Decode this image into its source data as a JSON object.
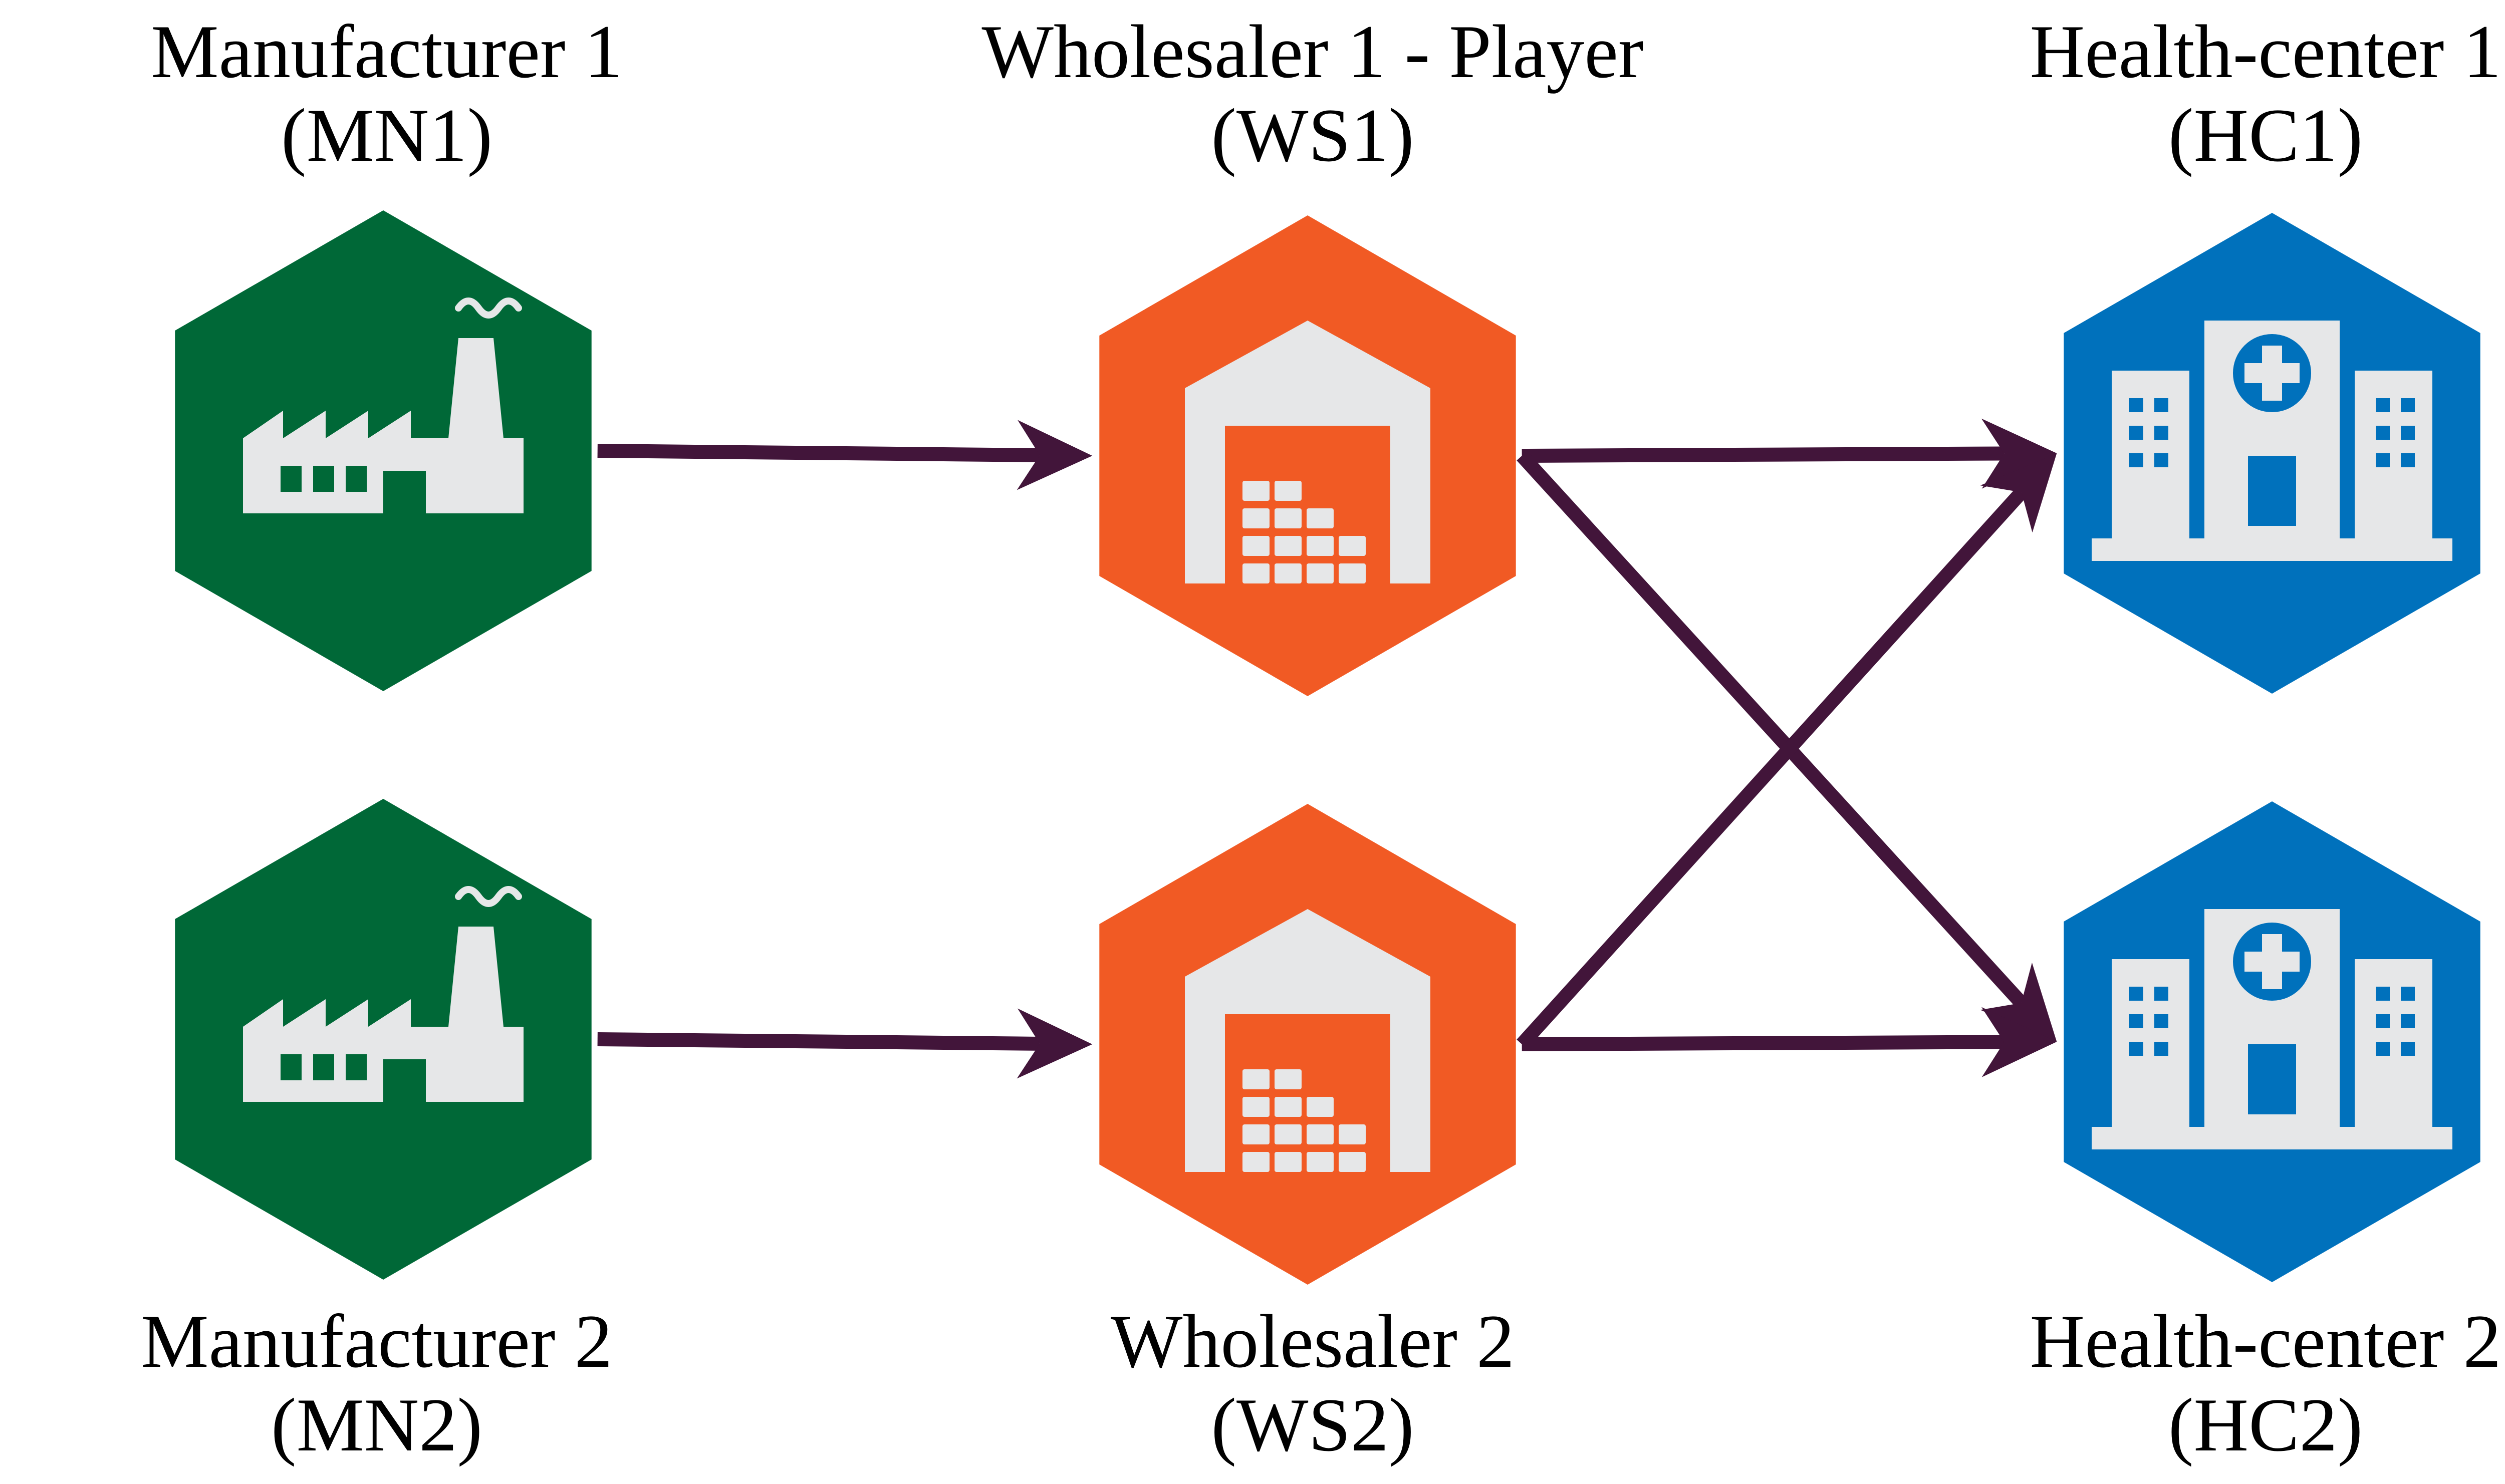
{
  "colors": {
    "manufacturer": "#006837",
    "wholesaler": "#F15A24",
    "health_center": "#0071BC",
    "icon_fill": "#E6E7E8",
    "arrow": "#42153A"
  },
  "nodes": {
    "mn1": {
      "name": "Manufacturer 1",
      "code": "(MN1)",
      "icon": "factory-icon"
    },
    "mn2": {
      "name": "Manufacturer 2",
      "code": "(MN2)",
      "icon": "factory-icon"
    },
    "ws1": {
      "name": "Wholesaler 1 - Player",
      "code": "(WS1)",
      "icon": "warehouse-icon"
    },
    "ws2": {
      "name": "Wholesaler 2",
      "code": "(WS2)",
      "icon": "warehouse-icon"
    },
    "hc1": {
      "name": "Health-center 1",
      "code": "(HC1)",
      "icon": "hospital-icon"
    },
    "hc2": {
      "name": "Health-center 2",
      "code": "(HC2)",
      "icon": "hospital-icon"
    }
  },
  "edges": [
    {
      "from": "mn1",
      "to": "ws1"
    },
    {
      "from": "mn2",
      "to": "ws2"
    },
    {
      "from": "ws1",
      "to": "hc1"
    },
    {
      "from": "ws1",
      "to": "hc2"
    },
    {
      "from": "ws2",
      "to": "hc1"
    },
    {
      "from": "ws2",
      "to": "hc2"
    }
  ]
}
